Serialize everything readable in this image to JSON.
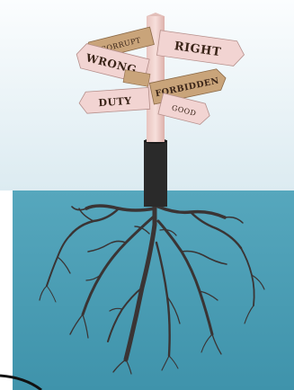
{
  "signpost": {
    "signs": {
      "corrupt": "CORRUPT",
      "right": "RIGHT",
      "wrong": "WRONG",
      "forbidden": "FORBIDDEN",
      "duty": "DUTY",
      "good": "GOOD"
    }
  },
  "colors": {
    "sky": "#eaf3f7",
    "ground": "#4a9db4",
    "post_upper": "#f0d2cd",
    "post_lower": "#2a2a2a",
    "sign_pink": "#f2d4d2",
    "sign_tan": "#c9a47a",
    "roots": "#3a3434"
  }
}
